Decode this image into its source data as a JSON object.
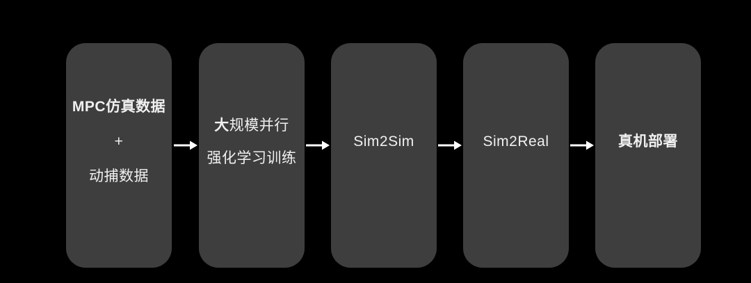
{
  "canvas": {
    "background": "#000000",
    "node_color": "#3e3e3e",
    "text_color": "#f0f0f0",
    "arrow_color": "#ffffff"
  },
  "flow": {
    "nodes": [
      {
        "id": "training-data",
        "line1": "MPC仿真数据",
        "line2": "+",
        "line3": "动捕数据"
      },
      {
        "id": "rl-training",
        "line1_bold": "大",
        "line1_rest": "规模并行",
        "line2": "强化学习训练"
      },
      {
        "id": "sim2sim",
        "label": "Sim2Sim"
      },
      {
        "id": "sim2real",
        "label": "Sim2Real"
      },
      {
        "id": "real-deployment",
        "label": "真机部署"
      }
    ]
  }
}
